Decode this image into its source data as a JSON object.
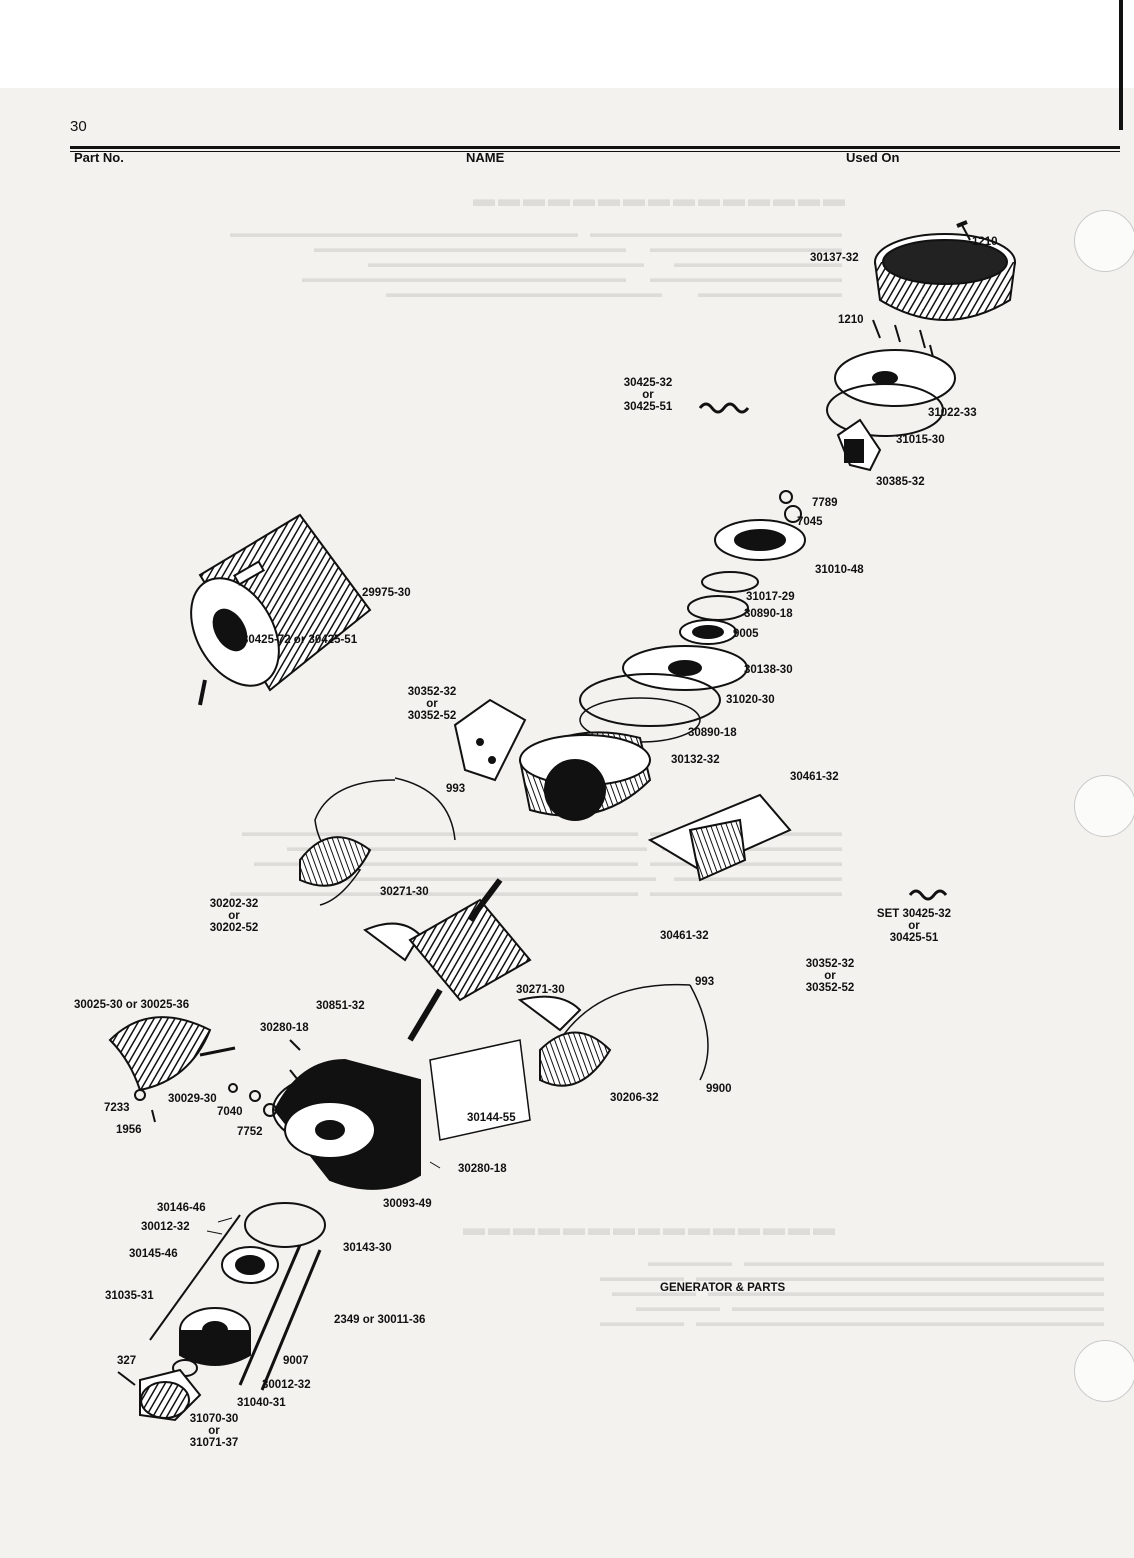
{
  "page": {
    "number": "30",
    "columns": {
      "part_no": "Part No.",
      "name": "NAME",
      "used_on": "Used On"
    },
    "caption": "GENERATOR & PARTS"
  },
  "labels": [
    {
      "id": "1210a",
      "text": "1210"
    },
    {
      "id": "30137-32",
      "text": "30137-32"
    },
    {
      "id": "1210b",
      "text": "1210"
    },
    {
      "id": "30425-32a",
      "lines": [
        "30425-32",
        "or",
        "30425-51"
      ]
    },
    {
      "id": "31022-33",
      "text": "31022-33"
    },
    {
      "id": "31015-30",
      "text": "31015-30"
    },
    {
      "id": "30385-32",
      "text": "30385-32"
    },
    {
      "id": "7789",
      "text": "7789"
    },
    {
      "id": "7045",
      "text": "7045"
    },
    {
      "id": "31010-48",
      "text": "31010-48"
    },
    {
      "id": "31017-29",
      "text": "31017-29"
    },
    {
      "id": "30890-18a",
      "text": "30890-18"
    },
    {
      "id": "9005",
      "text": "9005"
    },
    {
      "id": "30138-30",
      "text": "30138-30"
    },
    {
      "id": "31020-30",
      "text": "31020-30"
    },
    {
      "id": "30890-18b",
      "text": "30890-18"
    },
    {
      "id": "30132-32",
      "text": "30132-32"
    },
    {
      "id": "30461-32a",
      "text": "30461-32"
    },
    {
      "id": "29975-30",
      "text": "29975-30"
    },
    {
      "id": "30425-72",
      "text": "30425-72 or 30425-51"
    },
    {
      "id": "30352-32a",
      "lines": [
        "30352-32",
        "or",
        "30352-52"
      ]
    },
    {
      "id": "993a",
      "text": "993"
    },
    {
      "id": "30271-30a",
      "text": "30271-30"
    },
    {
      "id": "30202-32",
      "lines": [
        "30202-32",
        "or",
        "30202-52"
      ]
    },
    {
      "id": "set-30425",
      "lines": [
        "SET 30425-32",
        "or",
        "30425-51"
      ]
    },
    {
      "id": "30461-32b",
      "text": "30461-32"
    },
    {
      "id": "30352-32b",
      "lines": [
        "30352-32",
        "or",
        "30352-52"
      ]
    },
    {
      "id": "993b",
      "text": "993"
    },
    {
      "id": "30271-30b",
      "text": "30271-30"
    },
    {
      "id": "30025-30",
      "text": "30025-30 or 30025-36"
    },
    {
      "id": "30851-32",
      "text": "30851-32"
    },
    {
      "id": "30280-18a",
      "text": "30280-18"
    },
    {
      "id": "9900",
      "text": "9900"
    },
    {
      "id": "30206-32",
      "text": "30206-32"
    },
    {
      "id": "30144-55",
      "text": "30144-55"
    },
    {
      "id": "7233",
      "text": "7233"
    },
    {
      "id": "30029-30",
      "text": "30029-30"
    },
    {
      "id": "7040",
      "text": "7040"
    },
    {
      "id": "1956",
      "text": "1956"
    },
    {
      "id": "7752",
      "text": "7752"
    },
    {
      "id": "30280-18b",
      "text": "30280-18"
    },
    {
      "id": "30093-49",
      "text": "30093-49"
    },
    {
      "id": "30146-46",
      "text": "30146-46"
    },
    {
      "id": "30012-32a",
      "text": "30012-32"
    },
    {
      "id": "30143-30",
      "text": "30143-30"
    },
    {
      "id": "30145-46",
      "text": "30145-46"
    },
    {
      "id": "31035-31",
      "text": "31035-31"
    },
    {
      "id": "2349",
      "text": "2349 or 30011-36"
    },
    {
      "id": "327",
      "text": "327"
    },
    {
      "id": "9007",
      "text": "9007"
    },
    {
      "id": "30012-32b",
      "text": "30012-32"
    },
    {
      "id": "31040-31",
      "text": "31040-31"
    },
    {
      "id": "31070-30",
      "lines": [
        "31070-30",
        "or",
        "31071-37"
      ]
    }
  ]
}
